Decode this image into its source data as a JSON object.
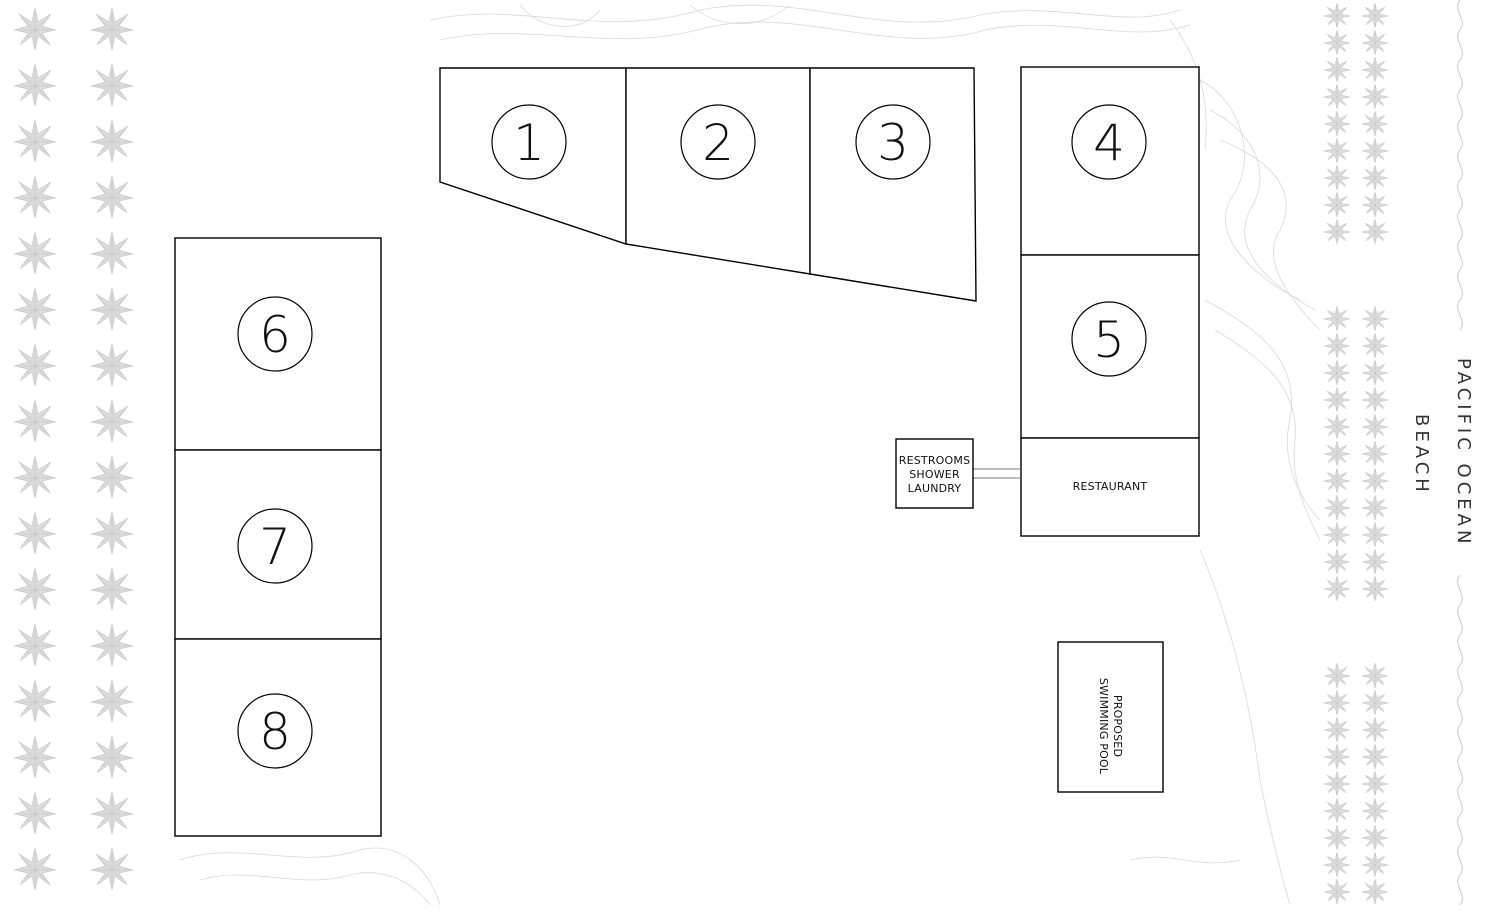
{
  "map": {
    "lots": [
      {
        "id": "1",
        "label": "1"
      },
      {
        "id": "2",
        "label": "2"
      },
      {
        "id": "3",
        "label": "3"
      },
      {
        "id": "4",
        "label": "4"
      },
      {
        "id": "5",
        "label": "5"
      },
      {
        "id": "6",
        "label": "6"
      },
      {
        "id": "7",
        "label": "7"
      },
      {
        "id": "8",
        "label": "8"
      }
    ],
    "facilities": {
      "restrooms": [
        "RESTROOMS",
        "SHOWER",
        "LAUNDRY"
      ],
      "restaurant": "RESTAURANT",
      "pool": [
        "PROPOSED",
        "SWIMMING POOL"
      ]
    },
    "geography": {
      "ocean": "PACIFIC OCEAN",
      "beach": "BEACH"
    },
    "colors": {
      "outline": "#000000",
      "background": "#ffffff",
      "palm": "#cfcfcf",
      "topography": "#d8d8d8"
    }
  }
}
